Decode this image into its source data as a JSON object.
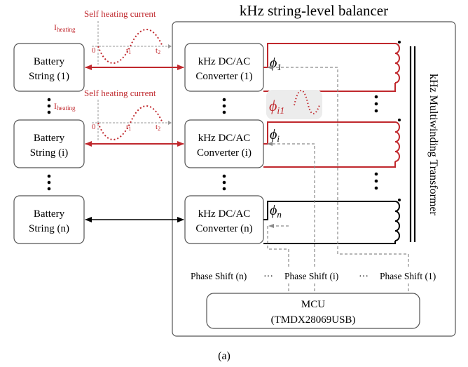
{
  "title": "kHz string-level balancer",
  "caption": "(a)",
  "colors": {
    "heating": "#c0282d",
    "line": "#000000",
    "dash": "#8a8a8a",
    "panel": "#f3f3f3"
  },
  "batteries": [
    {
      "line1": "Battery",
      "line2": "String (1)"
    },
    {
      "line1": "Battery",
      "line2": "String (i)"
    },
    {
      "line1": "Battery",
      "line2": "String (n)"
    }
  ],
  "converters": [
    {
      "line1": "kHz DC/AC",
      "line2": "Converter (1)"
    },
    {
      "line1": "kHz DC/AC",
      "line2": "Converter (i)"
    },
    {
      "line1": "kHz DC/AC",
      "line2": "Converter (n)"
    }
  ],
  "heating": {
    "label": "Self heating current",
    "axis_label_main": "I",
    "axis_label_sub": "heating",
    "tick0": "0",
    "tick1_main": "t",
    "tick1_sub": "1",
    "tick2_main": "t",
    "tick2_sub": "2"
  },
  "phases": {
    "phi_main": "ϕ",
    "phi1_sub": "1",
    "phii_sub": "i",
    "phin_sub": "n",
    "phii1_sub": "i1"
  },
  "transformer_label": "kHz Multiwinding Transformer",
  "phase_shift": {
    "n": "Phase Shift (n)",
    "i": "Phase Shift (i)",
    "one": "Phase Shift (1)",
    "ellipsis": "···"
  },
  "mcu": {
    "line1": "MCU",
    "line2": "(TMDX28069USB)"
  }
}
